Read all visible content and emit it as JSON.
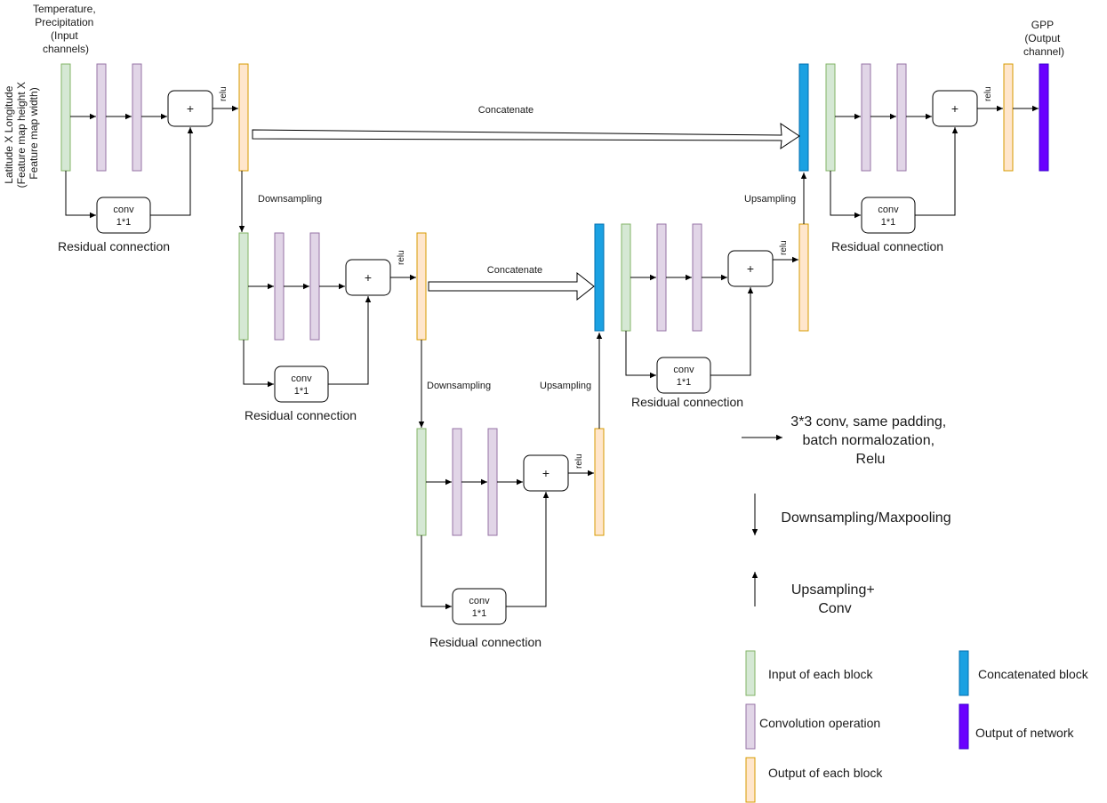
{
  "colors": {
    "input_fill": "#d5e8d4",
    "input_stroke": "#82b366",
    "conv_fill": "#e1d5e7",
    "conv_stroke": "#9673a6",
    "output_fill": "#ffe6cc",
    "output_stroke": "#d79b00",
    "concat_fill": "#1ba1e2",
    "concat_stroke": "#006eaf",
    "final_fill": "#6a00ff",
    "final_stroke": "#3700cc",
    "line": "#000000"
  },
  "labels": {
    "input_channels": [
      "Temperature,",
      "Precipitation",
      "(Input",
      "channels)"
    ],
    "dims": [
      "Latitude X Longitude",
      "(Feature map height X",
      "Feature map width)"
    ],
    "gpp": [
      "GPP",
      "(Output",
      "channel)"
    ],
    "relu": "relu",
    "plus": "+",
    "conv": [
      "conv",
      "1*1"
    ],
    "residual": "Residual connection",
    "downsampling": "Downsampling",
    "upsampling": "Upsampling",
    "concatenate": "Concatenate"
  },
  "legend": {
    "arrow_right": [
      "3*3 conv, same padding,",
      "batch normalozation,",
      "Relu"
    ],
    "arrow_down": "Downsampling/Maxpooling",
    "arrow_up": [
      "Upsampling+",
      "Conv"
    ],
    "input_block": "Input of each block",
    "conv_op": "Convolution operation",
    "output_block": "Output of each block",
    "concat_block": "Concatenated block",
    "network_output": "Output of network"
  }
}
